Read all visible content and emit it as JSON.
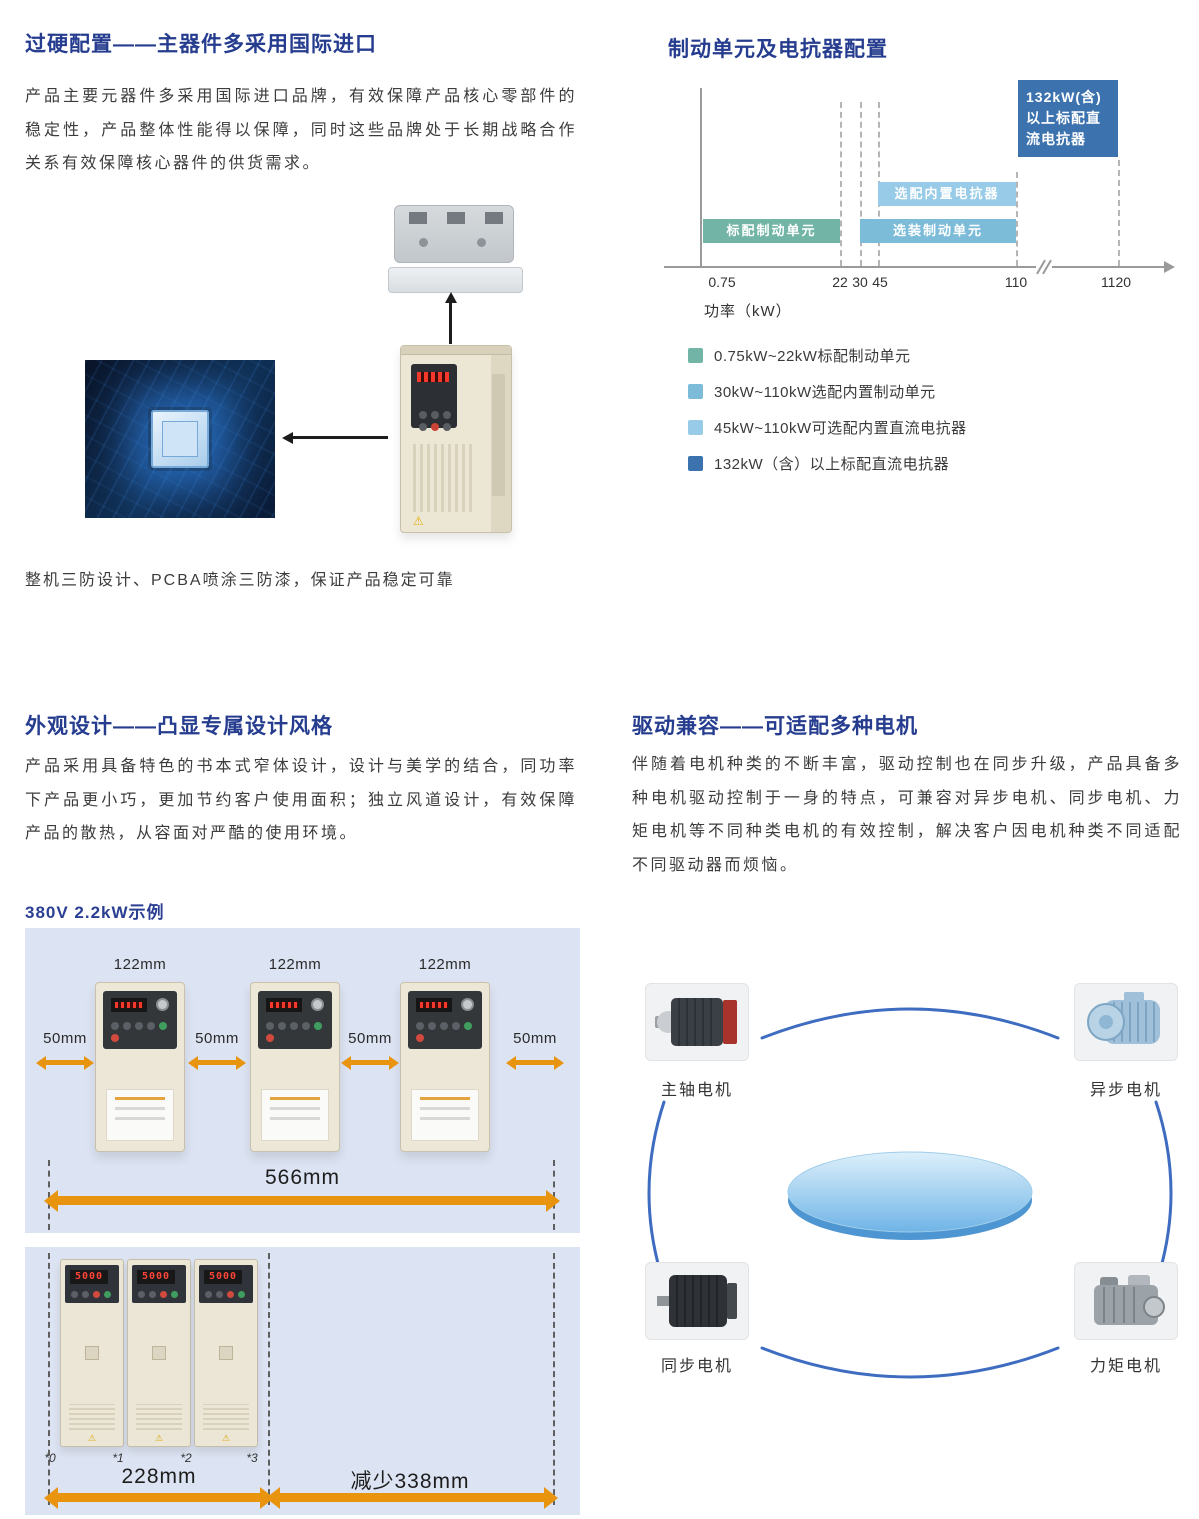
{
  "config": {
    "title": "过硬配置——主器件多采用国际进口",
    "body": "产品主要元器件多采用国际进口品牌，有效保障产品核心零部件的稳定性，产品整体性能得以保障，同时这些品牌处于长期战略合作关系有效保障核心器件的供货需求。",
    "footnote": "整机三防设计、PCBA喷涂三防漆，保证产品稳定可靠"
  },
  "brake": {
    "title": "制动单元及电抗器配置",
    "callout": "132kW(含)以上标配直流电抗器",
    "bar_standard_brake": "标配制动单元",
    "bar_optional_brake": "选装制动单元",
    "bar_optional_reactor": "选配内置电抗器",
    "xlabel": "功率（kW）",
    "ticks": [
      "0.75",
      "22",
      "30",
      "45",
      "110",
      "1120"
    ],
    "colors": {
      "standard_brake": "#72b4a5",
      "optional_brake": "#7cbcd9",
      "optional_reactor": "#97cbe8",
      "dc_reactor": "#3c72ae"
    },
    "legend": [
      {
        "color": "#72b4a5",
        "label": "0.75kW~22kW标配制动单元"
      },
      {
        "color": "#7cbcd9",
        "label": "30kW~110kW选配内置制动单元"
      },
      {
        "color": "#97cbe8",
        "label": "45kW~110kW可选配内置直流电抗器"
      },
      {
        "color": "#3c72ae",
        "label": "132kW（含）以上标配直流电抗器"
      }
    ]
  },
  "design": {
    "title": "外观设计——凸显专属设计风格",
    "body": "产品采用具备特色的书本式窄体设计，设计与美学的结合，同功率下产品更小巧，更加节约客户使用面积；独立风道设计，有效保障产品的散热，从容面对严酷的使用环境。",
    "example_label": "380V  2.2kW示例",
    "panel_wide": {
      "width_labels": [
        "122mm",
        "122mm",
        "122mm"
      ],
      "gap_labels": [
        "50mm",
        "50mm",
        "50mm",
        "50mm"
      ],
      "total_label": "566mm"
    },
    "panel_narrow": {
      "markers": [
        "*0",
        "*1",
        "*2",
        "*3"
      ],
      "display_value": "5000",
      "width_label": "228mm",
      "saving_label": "减少338mm"
    }
  },
  "drive": {
    "title": "驱动兼容——可适配多种电机",
    "body": "伴随着电机种类的不断丰富，驱动控制也在同步升级，产品具备多种电机驱动控制于一身的特点，可兼容对异步电机、同步电机、力矩电机等不同种类电机的有效控制，解决客户因电机种类不同适配不同驱动器而烦恼。",
    "motors": [
      {
        "label": "主轴电机"
      },
      {
        "label": "异步电机"
      },
      {
        "label": "同步电机"
      },
      {
        "label": "力矩电机"
      }
    ]
  },
  "chart_data": {
    "type": "bar",
    "title": "制动单元及电抗器配置",
    "xlabel": "功率（kW）",
    "x_ticks": [
      0.75,
      22,
      30,
      45,
      110,
      1120
    ],
    "axis_break_between": [
      110,
      1120
    ],
    "series": [
      {
        "name": "标配制动单元",
        "kw_min": 0.75,
        "kw_max": 22,
        "color": "#72b4a5"
      },
      {
        "name": "选装制动单元",
        "kw_min": 30,
        "kw_max": 110,
        "color": "#7cbcd9"
      },
      {
        "name": "选配内置电抗器",
        "kw_min": 45,
        "kw_max": 110,
        "color": "#97cbe8"
      },
      {
        "name": "132kW(含)以上标配直流电抗器",
        "kw_min": 132,
        "kw_max": null,
        "color": "#3c72ae"
      }
    ],
    "legend_position": "bottom",
    "grid": false
  }
}
